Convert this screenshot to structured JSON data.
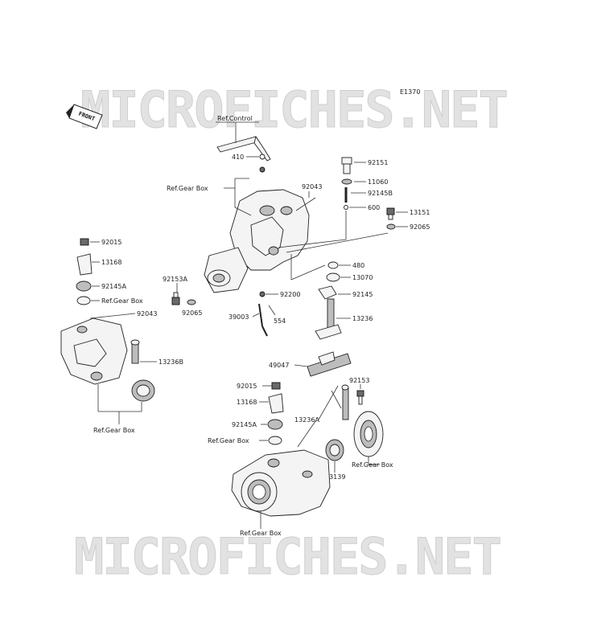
{
  "diagram_code": "E1370",
  "front_label": "FRONT",
  "watermark_top": "MICROFICHES.NET",
  "watermark_bottom": "MICROFICHES.NET",
  "parts": {
    "ref_control": "Ref.Control",
    "p410": "410",
    "ref_gear_box_1": "Ref.Gear Box",
    "p92043_top": "92043",
    "p92151": "92151",
    "p11060": "11060",
    "p92145b": "92145B",
    "p600": "600",
    "p13151": "13151",
    "p92065_right": "92065",
    "p480": "480",
    "p13070": "13070",
    "p92145_right": "92145",
    "p13236": "13236",
    "p92153a": "92153A",
    "p92065_left": "92065",
    "p92200": "92200",
    "p39003": "39003",
    "p554": "554",
    "p92015_left": "92015",
    "p13168_left": "13168",
    "p92145a_left": "92145A",
    "ref_gear_box_2": "Ref.Gear Box",
    "p92043_left": "92043",
    "p13236b": "13236B",
    "ref_gear_box_3": "Ref.Gear Box",
    "p49047": "49047",
    "p92015_mid": "92015",
    "p13168_mid": "13168",
    "p92145a_mid": "92145A",
    "ref_gear_box_4": "Ref.Gear Box",
    "p92153": "92153",
    "p13236a": "13236A",
    "ref_gear_box_5": "Ref.Gear Box",
    "p13139": "13139",
    "ref_gear_box_6": "Ref.Gear Box"
  }
}
